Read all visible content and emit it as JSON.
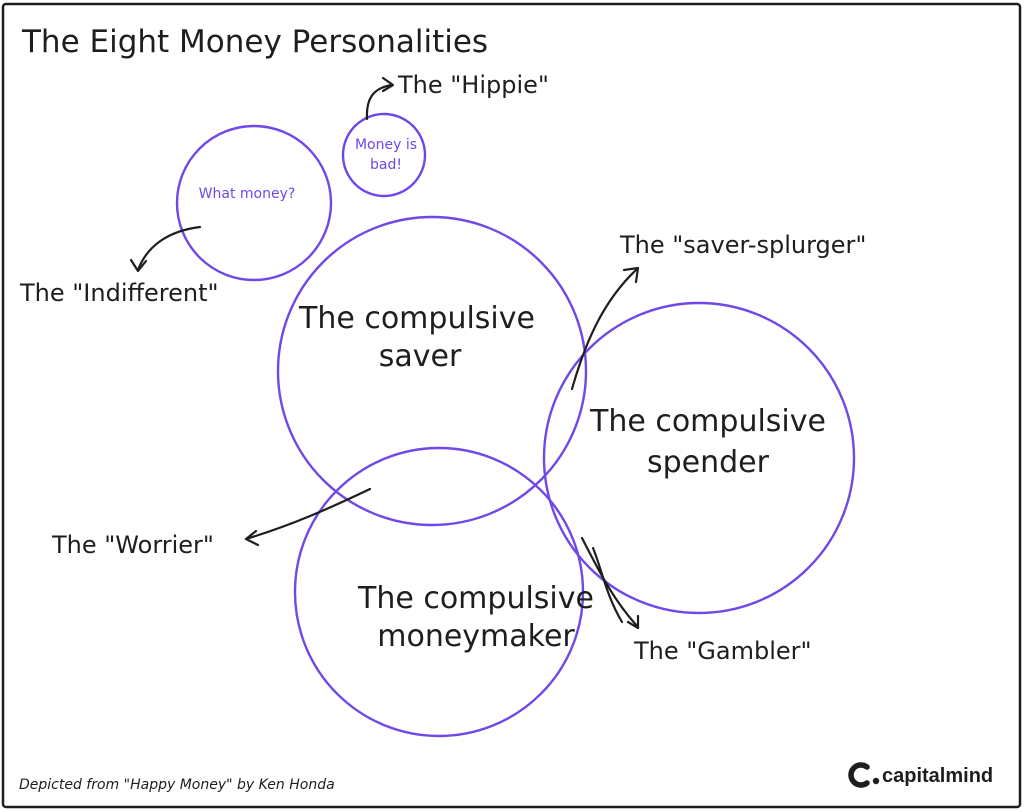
{
  "title": "The Eight Money Personalities",
  "colors": {
    "circle": "#7048e8",
    "ink": "#1e1e1e",
    "background": "#ffffff"
  },
  "circles": {
    "indifferent": {
      "text": "What money?"
    },
    "hippie": {
      "line1": "Money is",
      "line2": "bad!"
    },
    "saver": {
      "line1": "The compulsive",
      "line2": "saver"
    },
    "spender": {
      "line1": "The compulsive",
      "line2": "spender"
    },
    "moneymaker": {
      "line1": "The compulsive",
      "line2": "moneymaker"
    }
  },
  "labels": {
    "hippie": "The \"Hippie\"",
    "indifferent": "The \"Indifferent\"",
    "saver_splurger": "The \"saver-splurger\"",
    "worrier": "The \"Worrier\"",
    "gambler": "The \"Gambler\""
  },
  "footer": {
    "credit": "Depicted from \"Happy Money\" by Ken Honda",
    "brand": "capitalmind",
    "brand_icon": "capitalmind-logo-icon"
  }
}
